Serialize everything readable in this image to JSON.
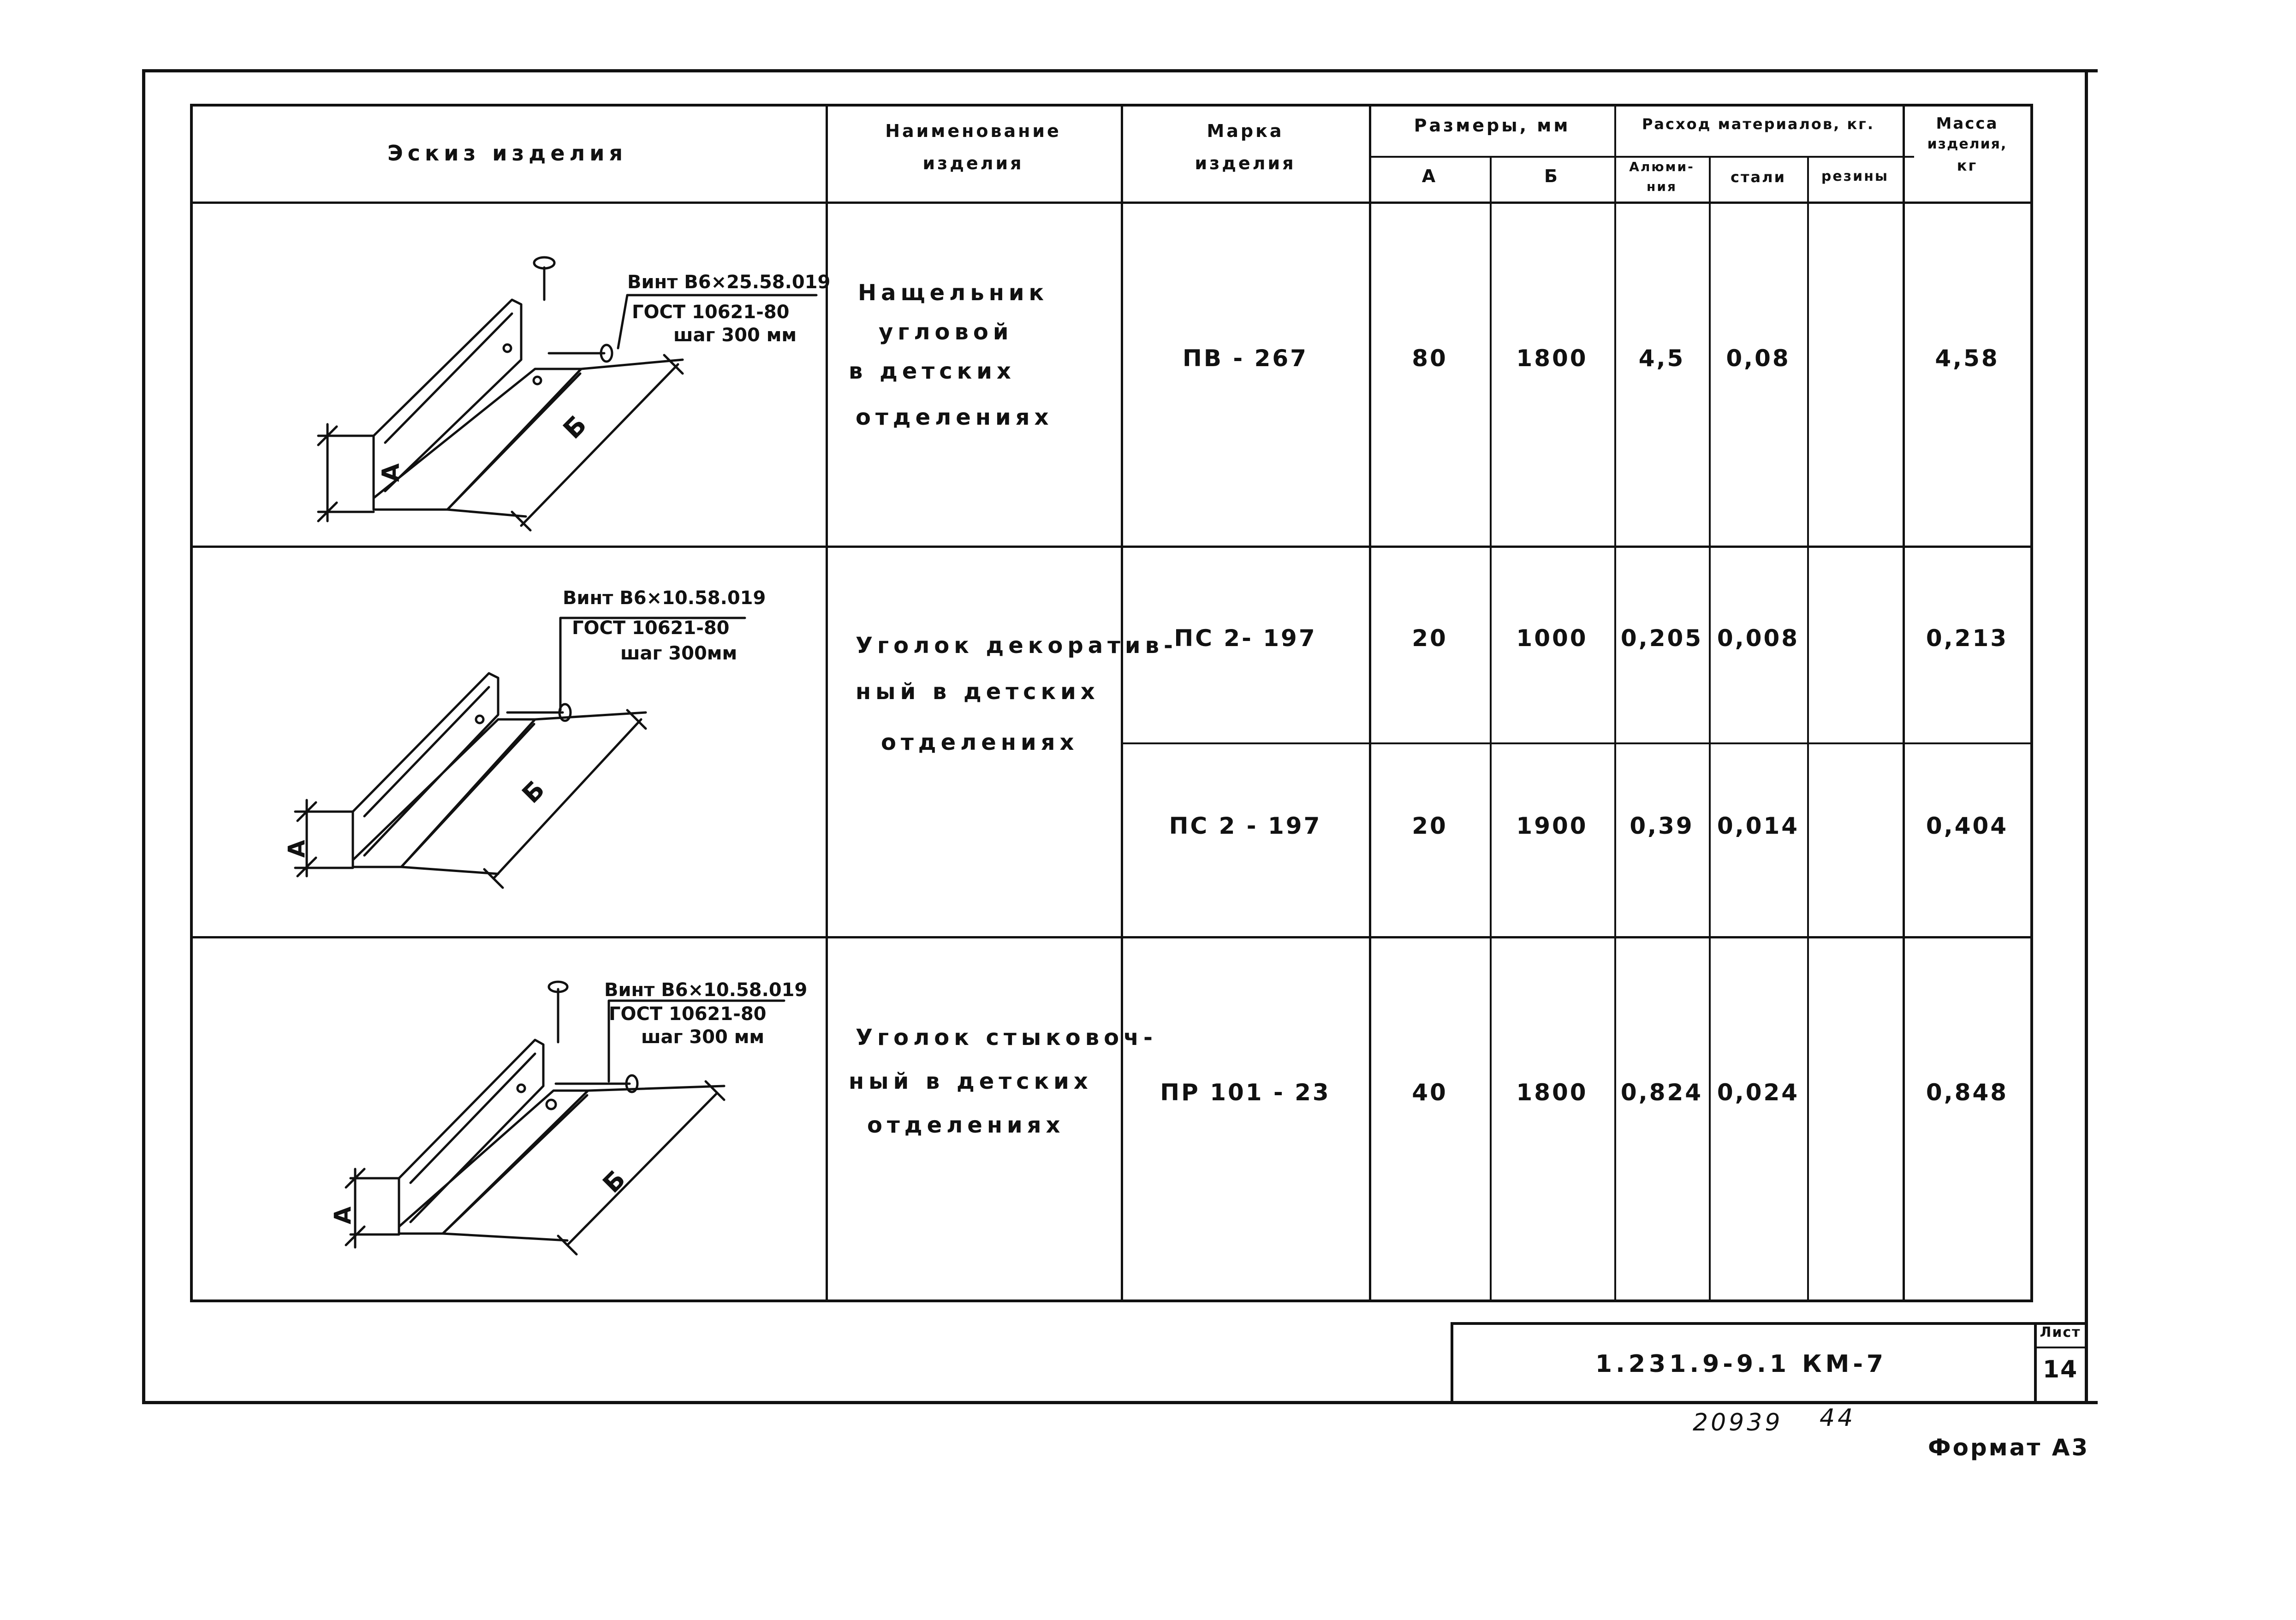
{
  "header": {
    "sketch": "Эскиз изделия",
    "name_line1": "Наименование",
    "name_line2": "изделия",
    "mark_line1": "Марка",
    "mark_line2": "изделия",
    "sizes": "Размеры, мм",
    "size_a": "А",
    "size_b": "Б",
    "materials": "Расход материалов, кг.",
    "mat_aluminum_line1": "Алюми-",
    "mat_aluminum_line2": "ния",
    "mat_steel": "стали",
    "mat_rubber": "резины",
    "mass_line1": "Масса",
    "mass_line2": "изделия,",
    "mass_line3": "кг"
  },
  "rows": [
    {
      "sketch": {
        "screw_line1": "Винт В6×25.58.019",
        "screw_line2": "ГОСТ 10621-80",
        "screw_line3": "шаг 300 мм",
        "dim_a": "А",
        "dim_b": "Б"
      },
      "name_lines": [
        "Нащельник",
        "угловой",
        "в детских",
        "отделениях"
      ],
      "items": [
        {
          "mark": "ПВ - 267",
          "a": "80",
          "b": "1800",
          "aluminum": "4,5",
          "steel": "0,08",
          "rubber": "",
          "mass": "4,58"
        }
      ]
    },
    {
      "sketch": {
        "screw_line1": "Винт В6×10.58.019",
        "screw_line2": "ГОСТ 10621-80",
        "screw_line3": "шаг 300мм",
        "dim_a": "А",
        "dim_b": "Б"
      },
      "name_lines": [
        "Уголок декоратив-",
        "ный в детских",
        "отделениях"
      ],
      "items": [
        {
          "mark": "ПС 2- 197",
          "a": "20",
          "b": "1000",
          "aluminum": "0,205",
          "steel": "0,008",
          "rubber": "",
          "mass": "0,213"
        },
        {
          "mark": "ПС 2 - 197",
          "a": "20",
          "b": "1900",
          "aluminum": "0,39",
          "steel": "0,014",
          "rubber": "",
          "mass": "0,404"
        }
      ]
    },
    {
      "sketch": {
        "screw_line1": "Винт В6×10.58.019",
        "screw_line2": "ГОСТ 10621-80",
        "screw_line3": "шаг 300 мм",
        "dim_a": "А",
        "dim_b": "Б"
      },
      "name_lines": [
        "Уголок стыковоч-",
        "ный в детских",
        "отделениях"
      ],
      "items": [
        {
          "mark": "ПР 101 - 23",
          "a": "40",
          "b": "1800",
          "aluminum": "0,824",
          "steel": "0,024",
          "rubber": "",
          "mass": "0,848"
        }
      ]
    }
  ],
  "title_block": {
    "code": "1.231.9-9.1 КМ-7",
    "sheet_label": "Лист",
    "sheet_number": "14"
  },
  "footer": {
    "inventory": "20939",
    "page": "44",
    "format": "Формат А3"
  }
}
